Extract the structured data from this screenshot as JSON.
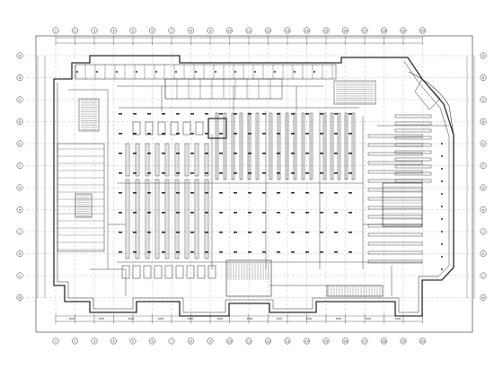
{
  "drawing": {
    "colors": {
      "ink": "#2b2b2b",
      "light": "#8a8a8a",
      "paper": "#ffffff"
    }
  },
  "grid": {
    "top_labels": [
      "1",
      "2",
      "3",
      "4",
      "5",
      "6",
      "7",
      "8",
      "9",
      "10",
      "11",
      "12",
      "13",
      "14",
      "15",
      "16",
      "17",
      "18",
      "19",
      "20"
    ],
    "side_labels": [
      "A",
      "B",
      "C",
      "D",
      "E",
      "F",
      "G",
      "H",
      "J",
      "K",
      "L",
      "M"
    ]
  },
  "dimensions": {
    "bottom_segments": [
      "8400",
      "8400",
      "8400",
      "8400",
      "8400",
      "8400",
      "8400",
      "8400",
      "8400",
      "8400",
      "8400",
      "8400"
    ]
  },
  "watermark": ""
}
